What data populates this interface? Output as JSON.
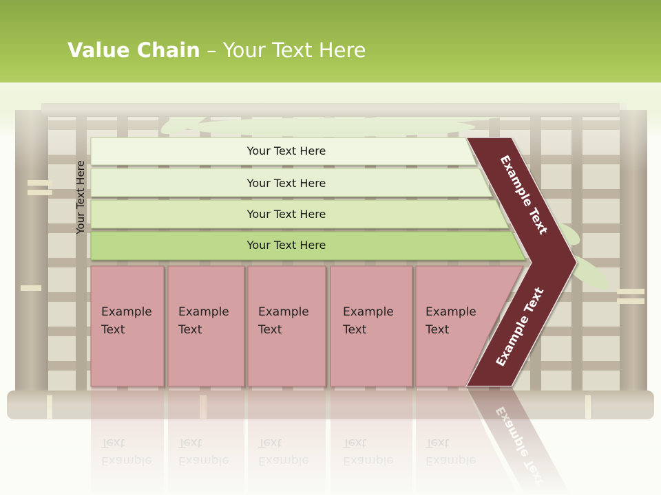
{
  "title": {
    "bold": "Value Chain",
    "rest": " – Your Text Here"
  },
  "side_label": "Your Text Here",
  "bands": [
    {
      "label": "Your Text Here"
    },
    {
      "label": "Your Text Here"
    },
    {
      "label": "Your Text Here"
    },
    {
      "label": "Your Text Here"
    }
  ],
  "boxes": [
    {
      "line1": "Example",
      "line2": "Text"
    },
    {
      "line1": "Example",
      "line2": "Text"
    },
    {
      "line1": "Example",
      "line2": "Text"
    },
    {
      "line1": "Example",
      "line2": "Text"
    },
    {
      "line1": "Example",
      "line2": "Text"
    }
  ],
  "arrow_labels": {
    "upper": "Example Text",
    "lower": "Example Text"
  },
  "colors": {
    "header": "#a8c655",
    "band1": "#f1f6e3",
    "band2": "#e7f0d2",
    "band3": "#dbe9bb",
    "band4": "#bcd98c",
    "box": "#d4a0a2",
    "arrow": "#6e2f31"
  }
}
